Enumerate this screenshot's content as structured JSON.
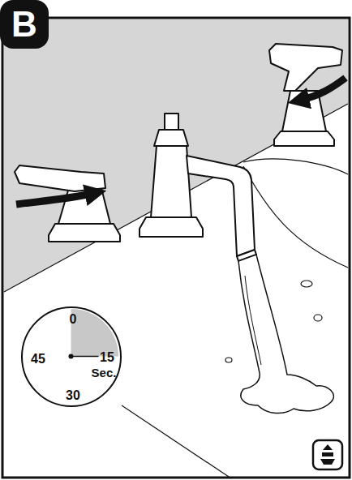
{
  "diagram": {
    "nodes": [
      {
        "text": [
          "B"
        ]
      },
      {
        "text": [
          "0",
          "15",
          "Sec.",
          "45",
          "30"
        ]
      }
    ]
  }
}
